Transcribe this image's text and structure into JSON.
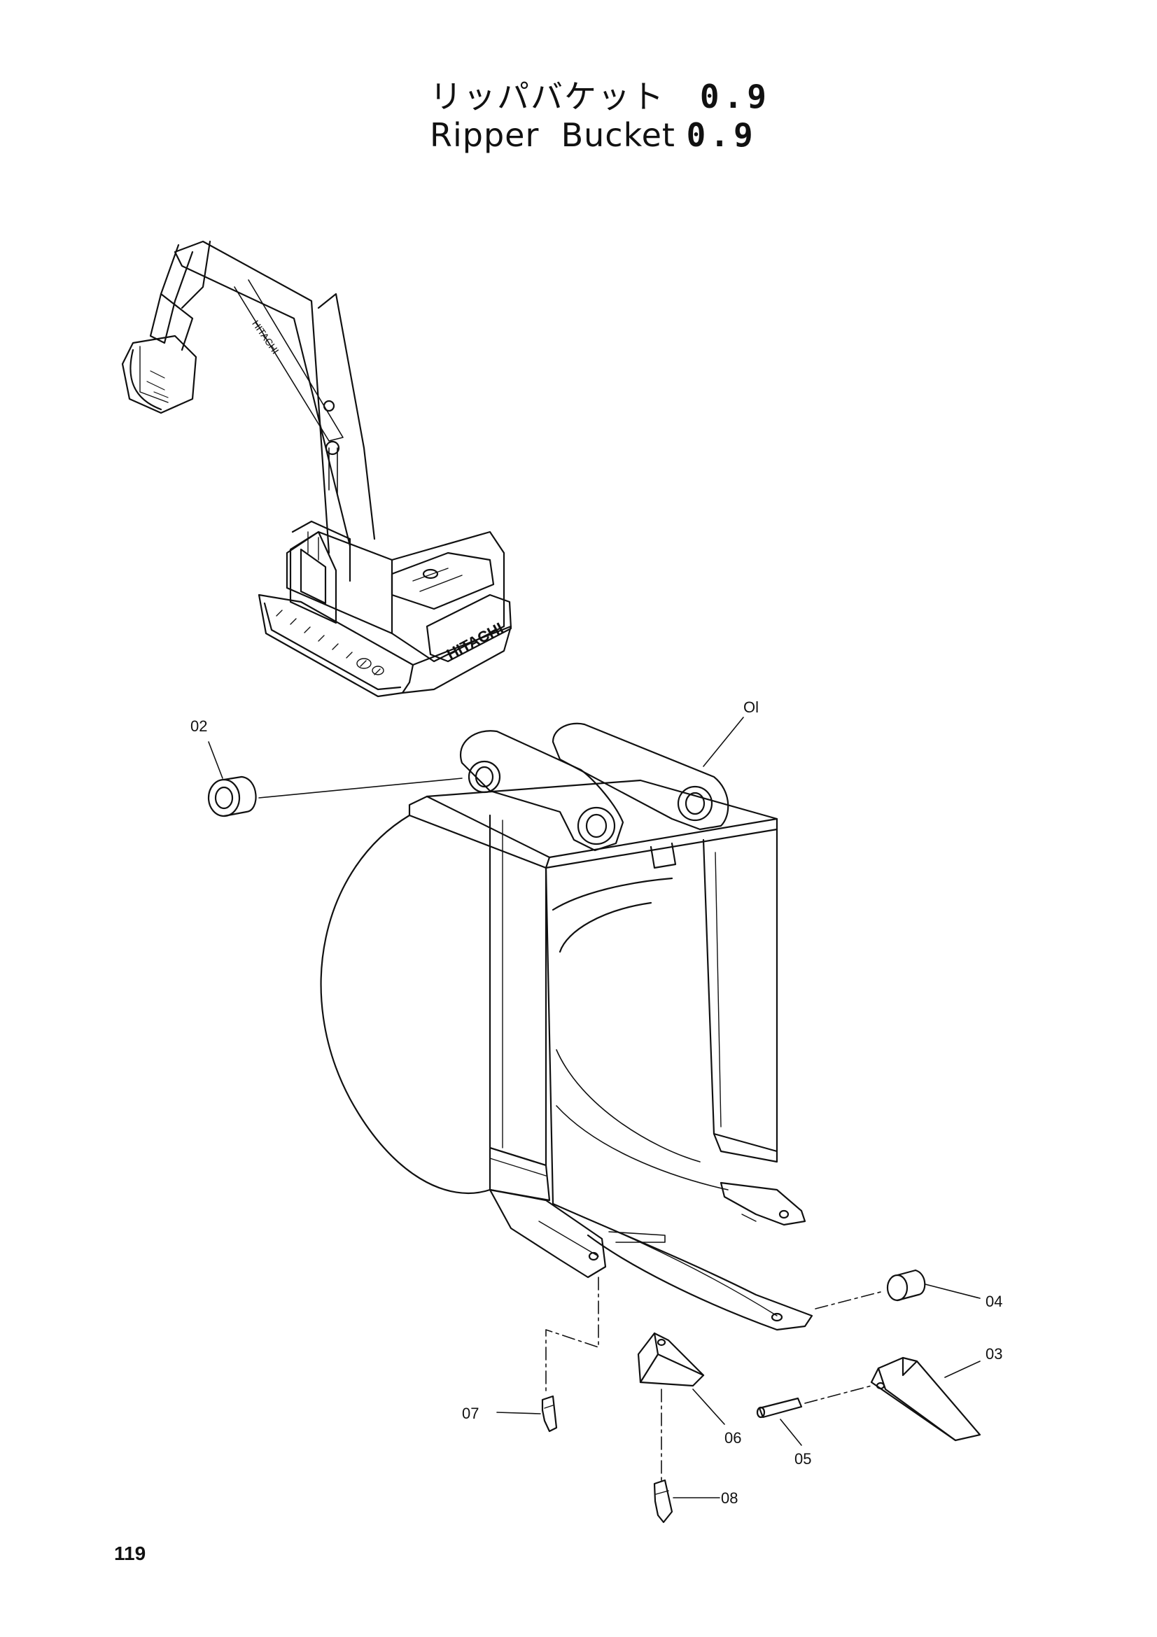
{
  "title": {
    "jp_text": "リッパバケット",
    "jp_size": "0.9",
    "en_text": "Ripper  Bucket",
    "en_size": "0.9"
  },
  "page_number": "119",
  "callouts": {
    "p01": "Ol",
    "p02": "02",
    "p03": "03",
    "p04": "04",
    "p05": "05",
    "p06": "06",
    "p07": "07",
    "p08": "08"
  },
  "excavator_brand": "HITACHI"
}
